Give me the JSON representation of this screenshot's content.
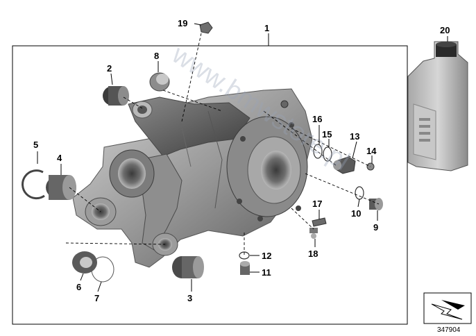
{
  "diagram": {
    "watermark": "www.bmwstore.pl",
    "catalog_number": "347904",
    "callouts": {
      "c1": "1",
      "c2": "2",
      "c3": "3",
      "c4": "4",
      "c5": "5",
      "c6": "6",
      "c7": "7",
      "c8": "8",
      "c9": "9",
      "c10": "10",
      "c11": "11",
      "c12": "12",
      "c13": "13",
      "c14": "14",
      "c15": "15",
      "c16": "16",
      "c17": "17",
      "c18": "18",
      "c19": "19",
      "c20": "20"
    },
    "icons": {
      "housing": "rear-final-drive-housing-icon",
      "oil": "oil-bottle-icon",
      "nav": "arrow-symbol-icon"
    }
  }
}
